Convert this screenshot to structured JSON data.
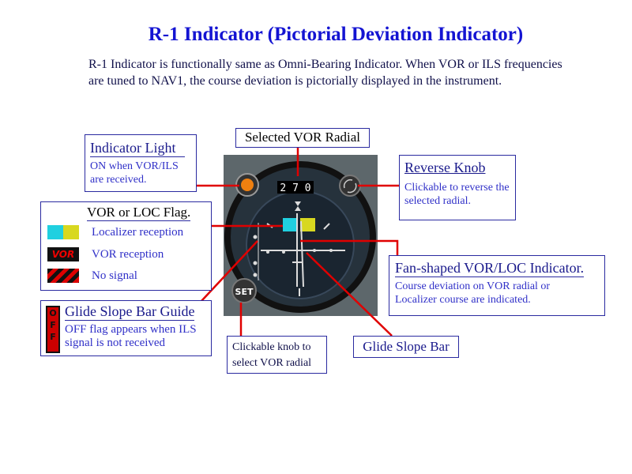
{
  "title": "R-1 Indicator  (Pictorial Deviation Indicator)",
  "intro": "R-1 Indicator is functionally same as Omni-Bearing Indicator. When VOR or ILS frequencies are tuned to NAV1, the course deviation is pictorially displayed in the instrument.",
  "instrument": {
    "radial_readout": "2 7 0",
    "set_knob": "SET",
    "gs_off_flag": "OFF",
    "vor_flag": "VOR"
  },
  "callouts": {
    "indicator_light": {
      "title": "Indicator Light",
      "text": "ON when VOR/ILS are received."
    },
    "selected_radial": {
      "title": "Selected VOR Radial"
    },
    "reverse_knob": {
      "title": "Reverse Knob",
      "text": "Clickable to reverse the selected radial."
    },
    "flag": {
      "title": "VOR or LOC Flag.",
      "items": [
        {
          "label": "Localizer reception"
        },
        {
          "label": "VOR reception"
        },
        {
          "label": "No signal"
        }
      ]
    },
    "fan": {
      "title": "Fan-shaped VOR/LOC Indicator.",
      "text": "Course deviation on VOR radial or Localizer course are indicated."
    },
    "gs_guide": {
      "title": "Glide Slope Bar Guide",
      "text": "OFF flag appears when ILS signal is not received"
    },
    "set_knob": {
      "text": "Clickable knob to select VOR radial"
    },
    "gs_bar": {
      "title": "Glide Slope Bar"
    }
  },
  "colors": {
    "leader": "#e00000",
    "title": "#1414d2",
    "localizer_cyan": "#20d0e0",
    "localizer_yellow": "#d8d820"
  }
}
